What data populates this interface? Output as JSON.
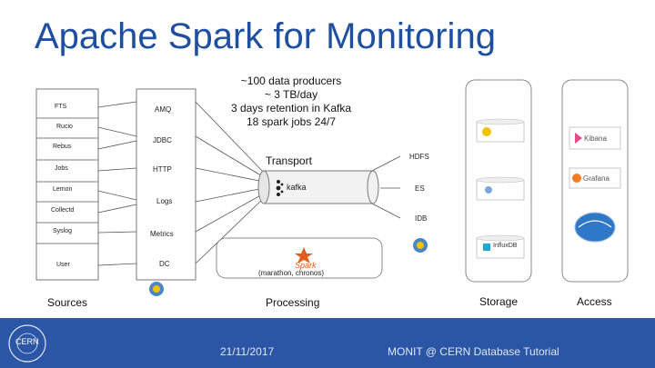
{
  "slide": {
    "title": "Apache Spark for Monitoring",
    "stats": [
      "~100 data producers",
      "~ 3 TB/day",
      "3 days retention in Kafka",
      "18 spark jobs 24/7"
    ]
  },
  "sources": {
    "left_items": [
      "FTS",
      "Rucio",
      "Rebus",
      "Jobs",
      "Lemon",
      "Collectd",
      "Syslog",
      "User"
    ],
    "protocols": [
      "AMQ",
      "JDBC",
      "HTTP",
      "Logs",
      "Metrics",
      "DC"
    ]
  },
  "transport": {
    "label": "Transport",
    "kafka": "kafka"
  },
  "storage_labels": [
    "HDFS",
    "ES",
    "IDB"
  ],
  "processing": {
    "note": "(marathon, chronos)"
  },
  "columns": {
    "sources": "Sources",
    "processing": "Processing",
    "storage": "Storage",
    "access": "Access"
  },
  "logos": {
    "spark": "Spark",
    "influx": "InfluxDB",
    "kibana": "Kibana",
    "grafana": "Grafana"
  },
  "footer": {
    "date": "21/11/2017",
    "event": "MONIT @ CERN Database Tutorial",
    "cern": "CERN"
  },
  "colors": {
    "title": "#1f4fa0",
    "footer": "#2b56a6",
    "spark": "#e25a1c"
  }
}
